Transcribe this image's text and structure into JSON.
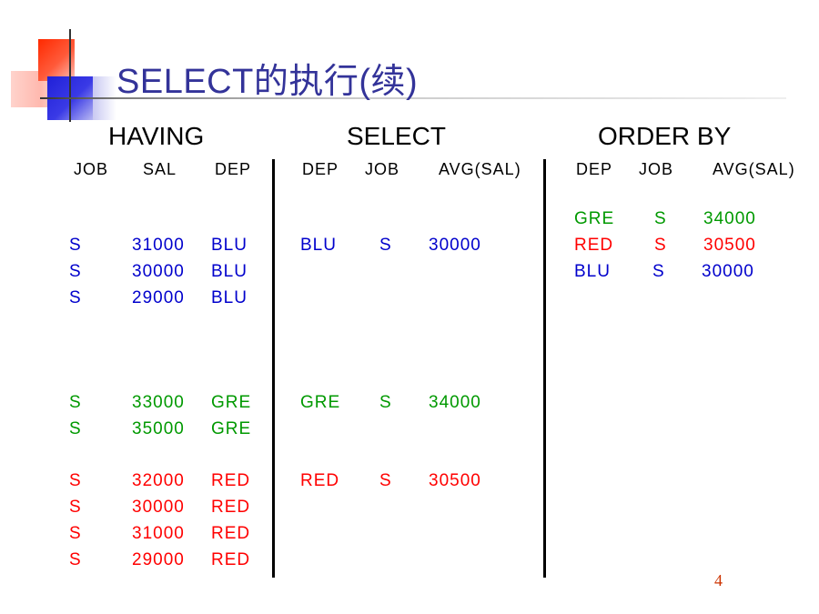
{
  "title": "SELECT的执行(续)",
  "colors": {
    "blue": "#0000cc",
    "green": "#009900",
    "red": "#ff0000"
  },
  "sections": {
    "having": "HAVING",
    "select": "SELECT",
    "order_by": "ORDER BY"
  },
  "having_columns": [
    "JOB",
    "SAL",
    "DEP"
  ],
  "select_columns": [
    "DEP",
    "JOB",
    "AVG(SAL)"
  ],
  "order_columns": [
    "DEP",
    "JOB",
    "AVG(SAL)"
  ],
  "having_rows": [
    {
      "job": "S",
      "sal": "31000",
      "dep": "BLU",
      "color": "#0000cc"
    },
    {
      "job": "S",
      "sal": "30000",
      "dep": "BLU",
      "color": "#0000cc"
    },
    {
      "job": "S",
      "sal": "29000",
      "dep": "BLU",
      "color": "#0000cc"
    },
    {
      "job": "S",
      "sal": "33000",
      "dep": "GRE",
      "color": "#009900"
    },
    {
      "job": "S",
      "sal": "35000",
      "dep": "GRE",
      "color": "#009900"
    },
    {
      "job": "S",
      "sal": "32000",
      "dep": "RED",
      "color": "#ff0000"
    },
    {
      "job": "S",
      "sal": "30000",
      "dep": "RED",
      "color": "#ff0000"
    },
    {
      "job": "S",
      "sal": "31000",
      "dep": "RED",
      "color": "#ff0000"
    },
    {
      "job": "S",
      "sal": "29000",
      "dep": "RED",
      "color": "#ff0000"
    }
  ],
  "select_rows": [
    {
      "dep": "BLU",
      "job": "S",
      "avg": "30000",
      "color": "#0000cc"
    },
    {
      "dep": "GRE",
      "job": "S",
      "avg": "34000",
      "color": "#009900"
    },
    {
      "dep": "RED",
      "job": "S",
      "avg": "30500",
      "color": "#ff0000"
    }
  ],
  "order_rows": [
    {
      "dep": "GRE",
      "job": "S",
      "avg": "34000",
      "color": "#009900"
    },
    {
      "dep": "RED",
      "job": "S",
      "avg": "30500",
      "color": "#ff0000"
    },
    {
      "dep": "BLU",
      "job": "S",
      "avg": "30000",
      "color": "#0000cc"
    }
  ],
  "page_number": "4"
}
